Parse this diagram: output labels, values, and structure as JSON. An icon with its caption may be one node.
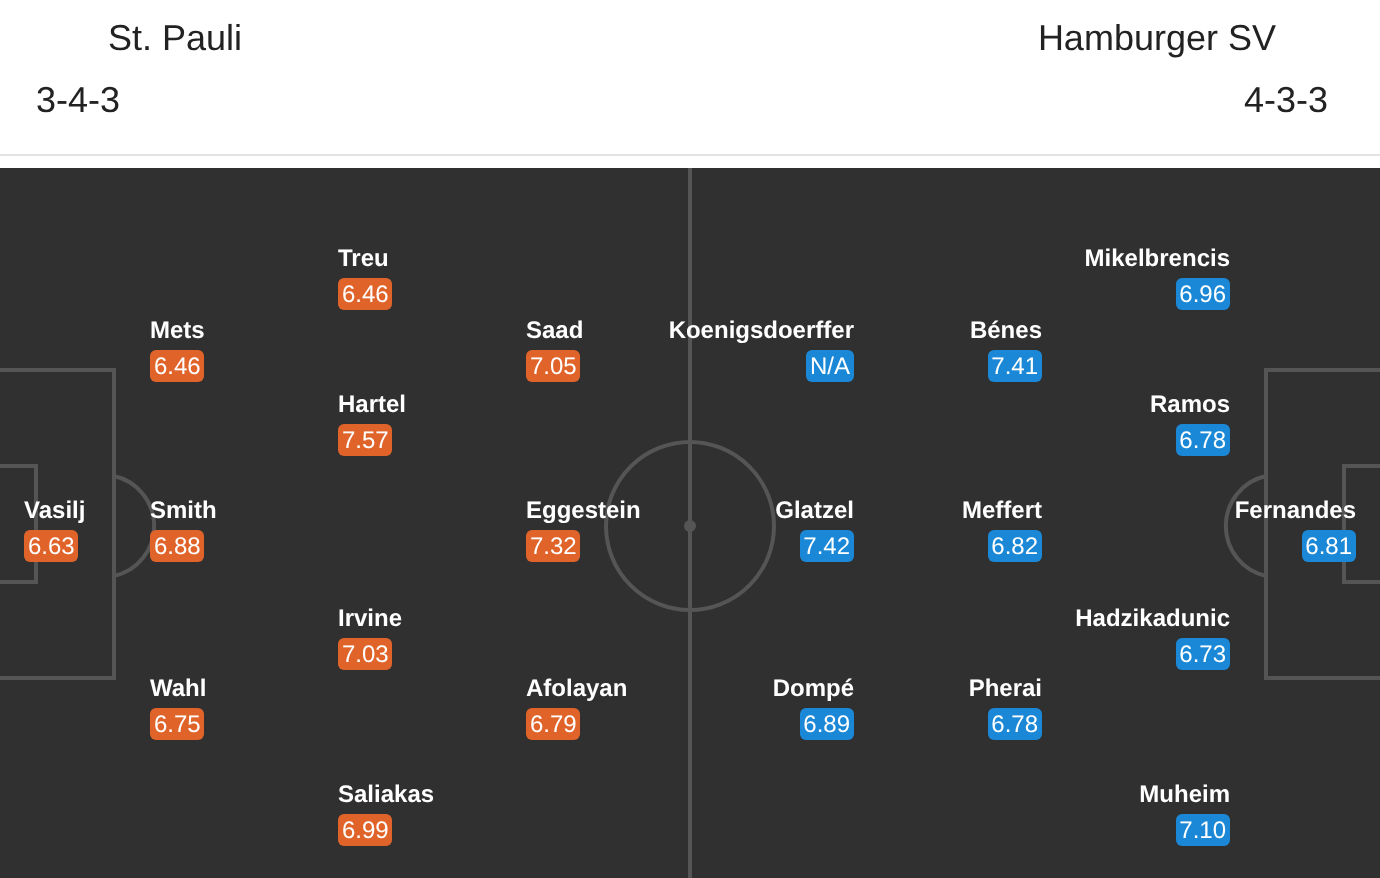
{
  "diagram": {
    "nodes": [
      {
        "text": [
          "Treu",
          "6.46"
        ]
      },
      {
        "text": [
          "Mikelbrencis",
          "6.96"
        ]
      },
      {
        "text": [
          "Mets",
          "6.46"
        ]
      },
      {
        "text": [
          "Saad",
          "7.05"
        ]
      },
      {
        "text": [
          "Koenigsdoerffer",
          "N/A"
        ]
      },
      {
        "text": [
          "Bénes",
          "7.41"
        ]
      },
      {
        "text": [
          "Hartel",
          "7.57"
        ]
      },
      {
        "text": [
          "Ramos",
          "6.78"
        ]
      },
      {
        "text": [
          "Vasilj",
          "6.63"
        ]
      },
      {
        "text": [
          "Smith",
          "6.88"
        ]
      },
      {
        "text": [
          "Eggestein",
          "7.32"
        ]
      },
      {
        "text": [
          "Glatzel",
          "7.42"
        ]
      },
      {
        "text": [
          "Meffert",
          "6.82"
        ]
      },
      {
        "text": [
          "Fernandes",
          "6.81"
        ]
      },
      {
        "text": [
          "Irvine",
          "7.03"
        ]
      },
      {
        "text": [
          "Hadzikadunic",
          "6.73"
        ]
      },
      {
        "text": [
          "Wahl",
          "6.75"
        ]
      },
      {
        "text": [
          "Afolayan",
          "6.79"
        ]
      },
      {
        "text": [
          "Dompé",
          "6.89"
        ]
      },
      {
        "text": [
          "Pherai",
          "6.78"
        ]
      },
      {
        "text": [
          "Saliakas",
          "6.99"
        ]
      },
      {
        "text": [
          "Muheim",
          "7.10"
        ]
      }
    ],
    "labels": [
      "St. Pauli",
      "Hamburger SV",
      "3-4-3",
      "4-3-3"
    ]
  }
}
